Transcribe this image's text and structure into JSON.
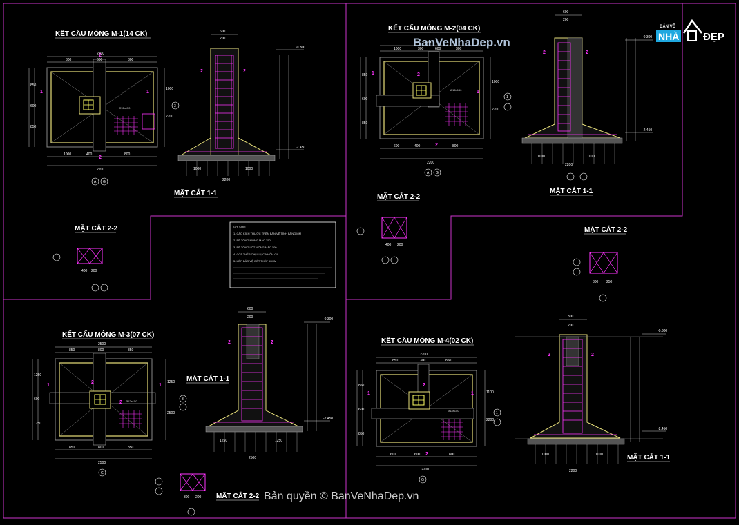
{
  "titles": {
    "m1": "KẾT CẤU MÓNG M-1(14 CK)",
    "m2": "KẾT CẤU MÓNG M-2(04 CK)",
    "m3": "KẾT CẤU MÓNG M-3(07 CK)",
    "m4": "KẾT CẤU MÓNG M-4(02 CK)"
  },
  "section_labels": {
    "m1_11": "MẶT CẮT 1-1",
    "m1_22": "MẶT CẮT 2-2",
    "m2_11": "MẶT CẮT 1-1",
    "m2_22a": "MẶT CẮT 2-2",
    "m2_22b": "MẶT CẮT 2-2",
    "m3_11": "MẶT CẮT 1-1",
    "m3_22": "MẶT CẮT 2-2",
    "m4_11": "MẶT CẮT 1-1"
  },
  "m1": {
    "top_dims": [
      "2200",
      "300",
      "600",
      "300"
    ],
    "bottom_dims": [
      "1000",
      "400",
      "800",
      "2200"
    ],
    "left_dims": [
      "850",
      "600",
      "850"
    ],
    "right_dims": [
      "1000",
      "2200"
    ],
    "rebar_note": "Ø12a150",
    "section_dims": [
      "600",
      "200",
      "1000",
      "1000",
      "2200"
    ],
    "level_top": "-0.300",
    "level_bottom": "-2.450",
    "axis": [
      "A",
      "G",
      "3"
    ]
  },
  "m2": {
    "top_dims": [
      "2200",
      "1000",
      "300",
      "600",
      "300"
    ],
    "bottom_dims": [
      "600",
      "400",
      "800",
      "2200"
    ],
    "left_dims": [
      "850",
      "600",
      "850"
    ],
    "right_dims": [
      "1000",
      "2200"
    ],
    "rebar_note": "Ø12a150",
    "section_dims": [
      "600",
      "200",
      "1000",
      "1000",
      "2200"
    ],
    "level_top": "-0.300",
    "level_bottom": "-2.450",
    "axis": [
      "A",
      "G",
      "1"
    ]
  },
  "m3": {
    "top_dims": [
      "2500",
      "850",
      "800",
      "850"
    ],
    "bottom_dims": [
      "850",
      "800",
      "850",
      "2500"
    ],
    "left_dims": [
      "1250",
      "600",
      "1250"
    ],
    "right_dims": [
      "1250",
      "2500"
    ],
    "rebar_note": "Ø12a150",
    "section_dims": [
      "600",
      "200",
      "1250",
      "1250",
      "2500"
    ],
    "level_top": "-0.300",
    "level_bottom": "-2.450",
    "axis": [
      "G",
      "3"
    ]
  },
  "m4": {
    "top_dims": [
      "2200",
      "850",
      "300",
      "850"
    ],
    "bottom_dims": [
      "600",
      "600",
      "800",
      "2200"
    ],
    "left_dims": [
      "850",
      "600",
      "850"
    ],
    "right_dims": [
      "1100",
      "2200"
    ],
    "rebar_note": "Ø12a150",
    "section_dims": [
      "300",
      "200",
      "1000",
      "1000",
      "2200"
    ],
    "level_top": "-0.300",
    "level_bottom": "-2.450",
    "axis": [
      "G",
      "1"
    ]
  },
  "notes": {
    "heading": "GHI CHÚ:",
    "lines": [
      "1. CÁC KÍCH THƯỚC TRÊN BẢN VẼ TÍNH BẰNG MM",
      "2. BÊ TÔNG MÓNG MÁC 250",
      "3. BÊ TÔNG LÓT MÓNG MÁC 100",
      "4. CỐT THÉP CHỊU LỰC NHÓM CII",
      "5. LỚP BẢO VỆ CỐT THÉP 50MM"
    ]
  },
  "watermark": {
    "top": "BanVeNhaDep.vn",
    "bottom": "Bản quyền © BanVeNhaDep.vn",
    "logo_small": "BẢN VẼ",
    "logo_big": "NHÀ",
    "logo_right": "ĐẸP"
  },
  "colors": {
    "frame": "#cc33cc",
    "footing": "#e8e07a",
    "rebar": "#ff33ff",
    "dimension": "#ffffff",
    "concrete": "#666666",
    "column": "#ffff66"
  }
}
